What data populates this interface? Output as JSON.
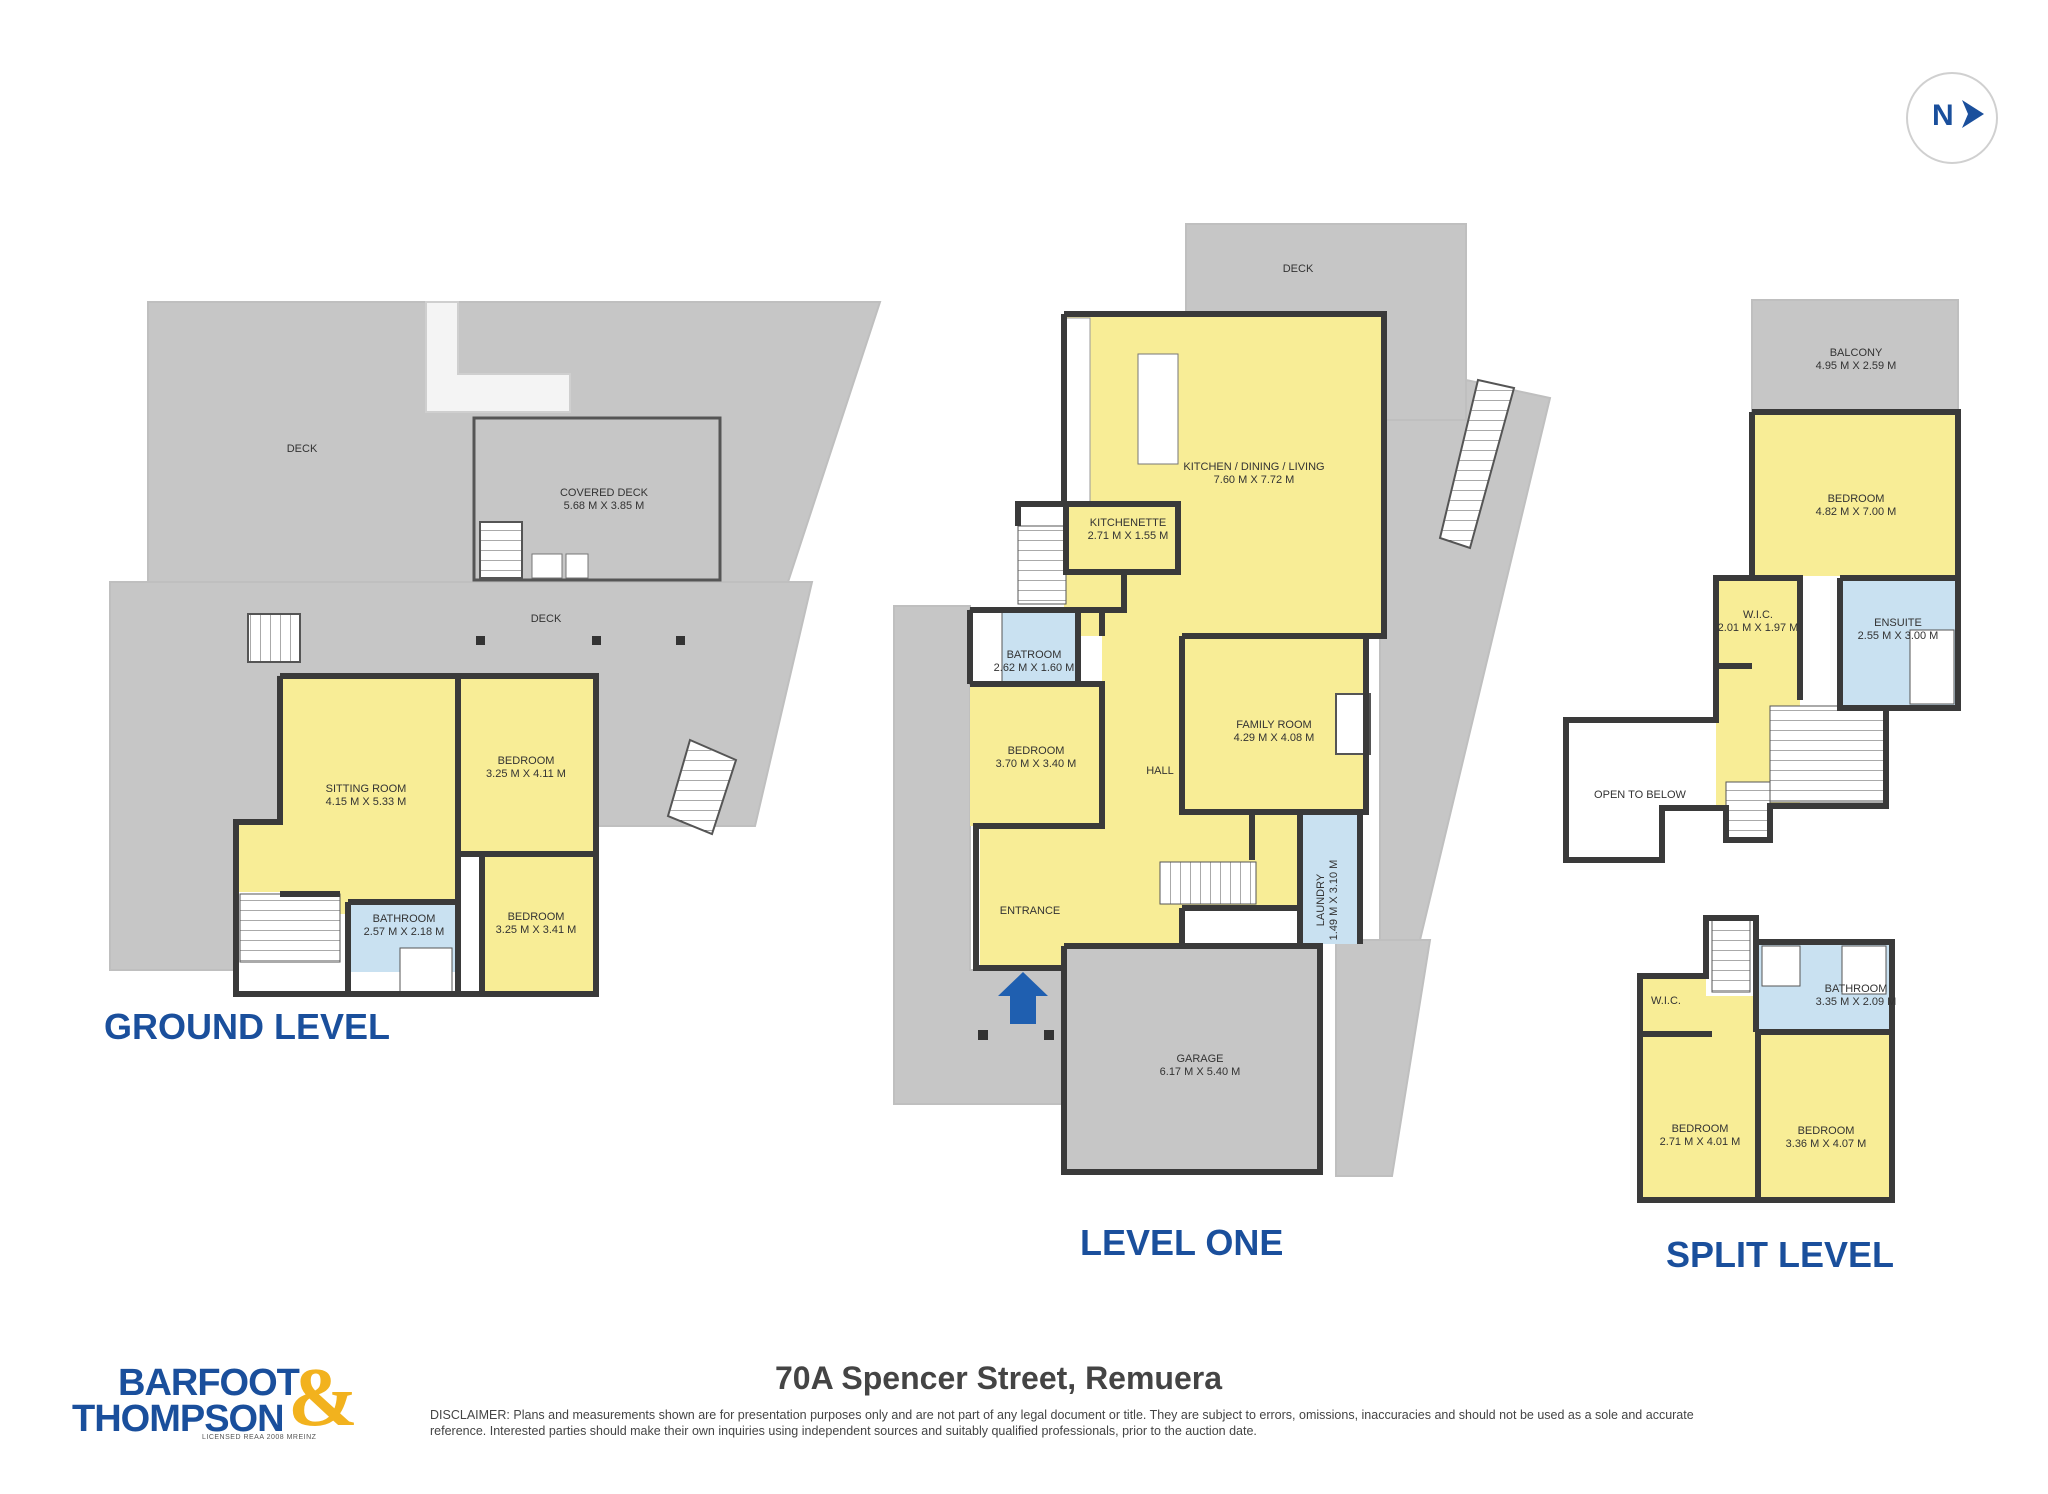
{
  "levels": {
    "ground": {
      "title": "GROUND LEVEL"
    },
    "one": {
      "title": "LEVEL ONE"
    },
    "split": {
      "title": "SPLIT LEVEL"
    }
  },
  "rooms": {
    "ground_deck": {
      "name": "DECK"
    },
    "ground_covered_deck": {
      "name": "COVERED DECK",
      "size": "5.68 M X 3.85 M"
    },
    "ground_deck_lower": {
      "name": "DECK"
    },
    "ground_sitting_room": {
      "name": "SITTING ROOM",
      "size": "4.15 M X 5.33 M"
    },
    "ground_bedroom_1": {
      "name": "BEDROOM",
      "size": "3.25 M X 4.11 M"
    },
    "ground_bedroom_2": {
      "name": "BEDROOM",
      "size": "3.25 M X 3.41 M"
    },
    "ground_bathroom": {
      "name": "BATHROOM",
      "size": "2.57 M X 2.18 M"
    },
    "one_deck": {
      "name": "DECK"
    },
    "one_kitchen": {
      "name": "KITCHEN / DINING / LIVING",
      "size": "7.60 M X 7.72 M"
    },
    "one_kitchenette": {
      "name": "KITCHENETTE",
      "size": "2.71 M X 1.55 M"
    },
    "one_bathroom": {
      "name": "BATROOM",
      "size": "2.62 M X 1.60 M"
    },
    "one_bedroom": {
      "name": "BEDROOM",
      "size": "3.70 M X 3.40 M"
    },
    "one_hall": {
      "name": "HALL"
    },
    "one_family_room": {
      "name": "FAMILY ROOM",
      "size": "4.29 M X 4.08 M"
    },
    "one_entrance": {
      "name": "ENTRANCE"
    },
    "one_laundry": {
      "name": "LAUNDRY",
      "size": "1.49 M X 3.10 M"
    },
    "one_garage": {
      "name": "GARAGE",
      "size": "6.17 M X 5.40 M"
    },
    "split_balcony": {
      "name": "BALCONY",
      "size": "4.95 M X 2.59 M"
    },
    "split_bedroom_main": {
      "name": "BEDROOM",
      "size": "4.82 M X 7.00 M"
    },
    "split_wic_1": {
      "name": "W.I.C.",
      "size": "2.01 M X 1.97 M"
    },
    "split_ensuite": {
      "name": "ENSUITE",
      "size": "2.55 M X 3.00 M"
    },
    "split_open_to_below": {
      "name": "OPEN TO BELOW"
    },
    "split_wic_2": {
      "name": "W.I.C."
    },
    "split_bathroom": {
      "name": "BATHROOM",
      "size": "3.35 M X 2.09 M"
    },
    "split_bedroom_a": {
      "name": "BEDROOM",
      "size": "2.71 M X 4.01 M"
    },
    "split_bedroom_b": {
      "name": "BEDROOM",
      "size": "3.36 M X 4.07 M"
    }
  },
  "compass": {
    "label": "N"
  },
  "footer": {
    "address": "70A Spencer Street, Remuera",
    "disclaimer_lead": "DISCLAIMER:",
    "disclaimer_text": "Plans and measurements shown are for presentation purposes only and are not part of any legal document or title. They are subject to errors, omissions, inaccuracies and should not be used as a sole and accurate reference. Interested parties should make their own inquiries using independent sources and suitably qualified professionals, prior to the auction date."
  },
  "brand": {
    "line1": "BARFOOT",
    "line2": "THOMPSON",
    "ampersand": "&",
    "licence": "LICENSED REAA 2008 MREINZ"
  },
  "colors": {
    "room_fill": "#f8ed96",
    "wet_fill": "#c9e1f1",
    "deck_fill": "#c6c6c6",
    "wall": "#3a3a3a",
    "title_blue": "#1a4f9c",
    "entry_arrow": "#1f5fb0",
    "brand_amp": "#f2b21e"
  }
}
